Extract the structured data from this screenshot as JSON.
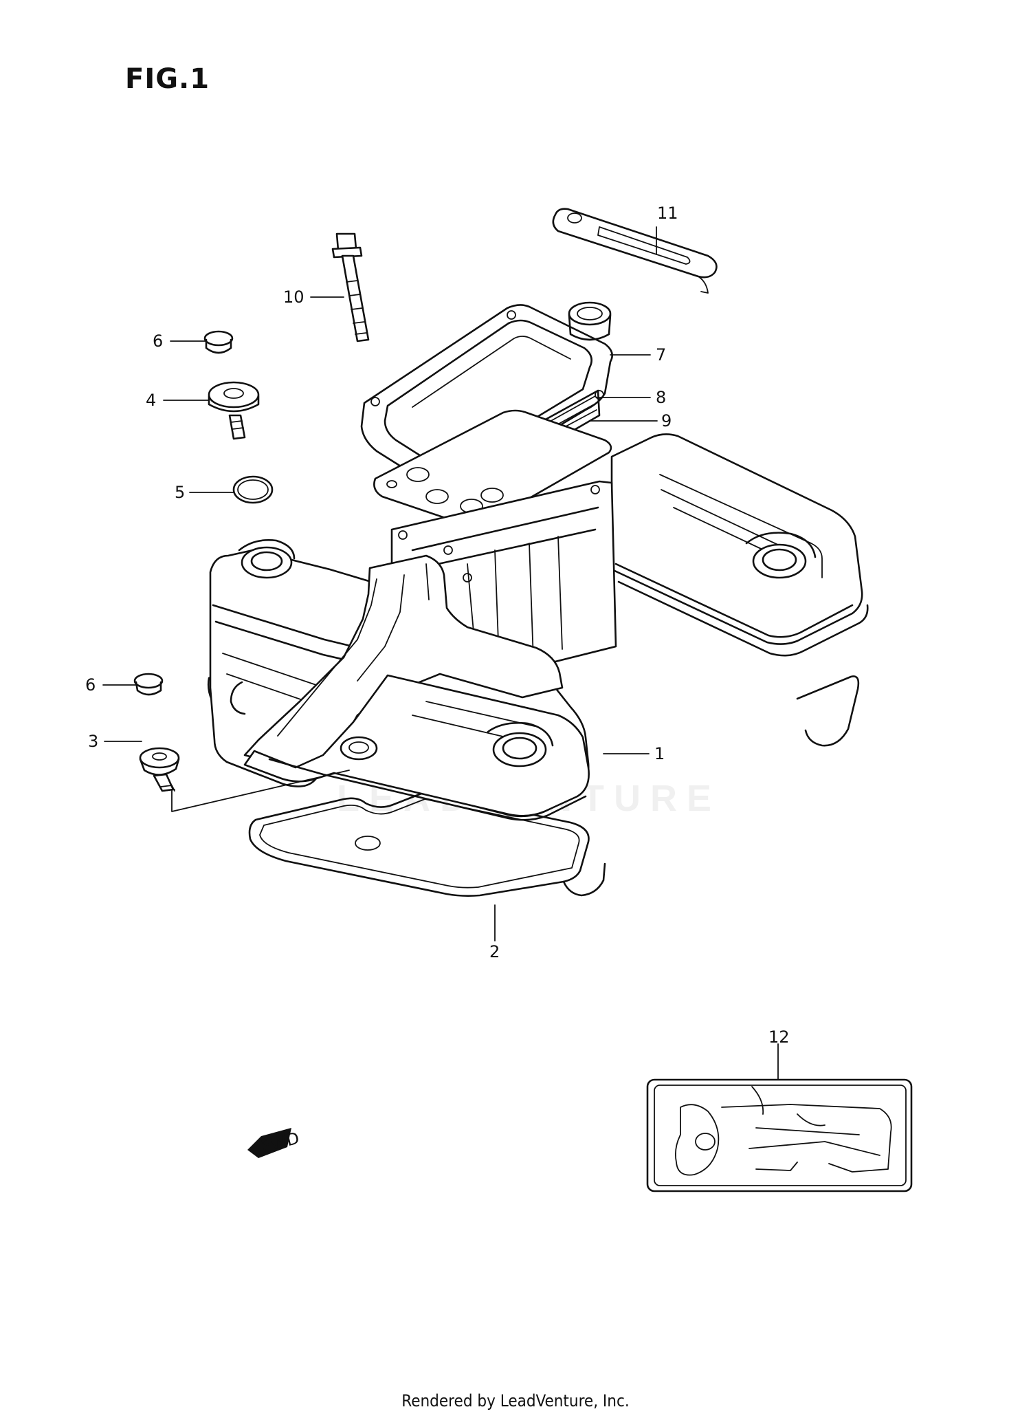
{
  "figure": {
    "title": "FIG.1"
  },
  "callouts": [
    {
      "id": "1",
      "label": "1"
    },
    {
      "id": "2",
      "label": "2"
    },
    {
      "id": "3",
      "label": "3"
    },
    {
      "id": "4",
      "label": "4"
    },
    {
      "id": "5",
      "label": "5"
    },
    {
      "id": "6a",
      "label": "6"
    },
    {
      "id": "6b",
      "label": "6"
    },
    {
      "id": "7",
      "label": "7"
    },
    {
      "id": "8",
      "label": "8"
    },
    {
      "id": "9",
      "label": "9"
    },
    {
      "id": "10",
      "label": "10"
    },
    {
      "id": "11",
      "label": "11"
    },
    {
      "id": "12",
      "label": "12"
    }
  ],
  "fwd_badge": {
    "label": "FWD"
  },
  "watermark": {
    "text": "LEADVENTURE"
  },
  "footer": {
    "text": "Rendered by LeadVenture, Inc."
  }
}
